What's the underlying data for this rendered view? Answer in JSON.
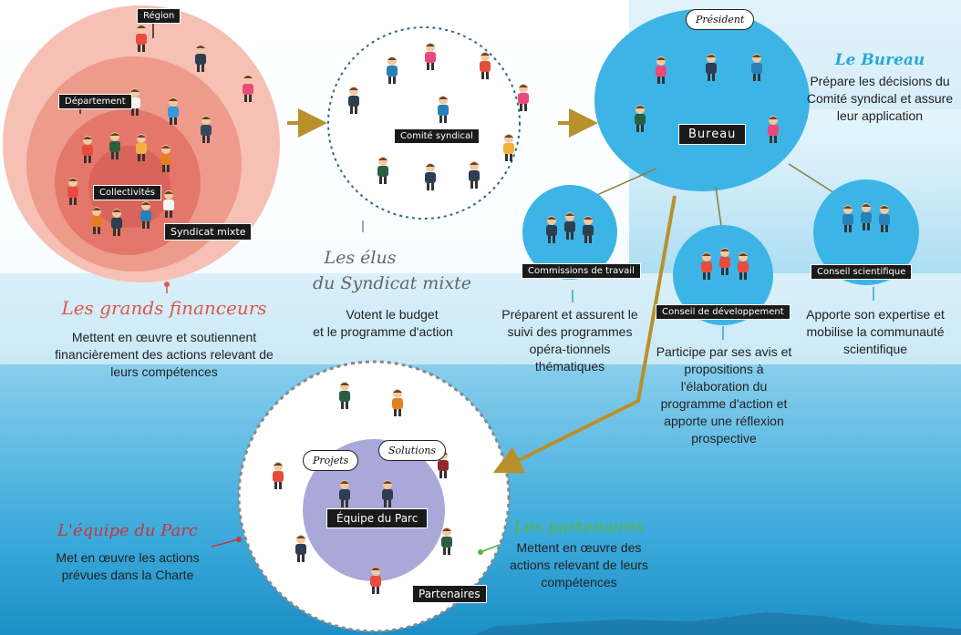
{
  "labels": {
    "region": "Région",
    "departement": "Département",
    "collectivites": "Collectivités",
    "syndicat_mixte": "Syndicat mixte",
    "comite_syndical": "Comité syndical",
    "president": "Président",
    "bureau": "Bureau",
    "commissions": "Commissions de travail",
    "conseil_dev": "Conseil de développement",
    "conseil_sci": "Conseil scientifique",
    "projets": "Projets",
    "solutions": "Solutions",
    "equipe_parc": "Équipe du Parc",
    "partenaires": "Partenaires"
  },
  "sections": {
    "financeurs": {
      "title": "Les grands financeurs",
      "text": "Mettent en œuvre et soutiennent financièrement des actions relevant de leurs compétences"
    },
    "elus": {
      "title_line1": "Les élus",
      "title_line2": "du Syndicat mixte",
      "text_line1": "Votent le budget",
      "text_line2": "et le programme d'action"
    },
    "bureau": {
      "title": "Le Bureau",
      "text": "Prépare les décisions du Comité syndical et assure leur application"
    },
    "commissions": {
      "text": "Préparent et assurent le suivi des programmes opéra-tionnels thématiques"
    },
    "conseil_dev": {
      "text": "Participe par ses avis et propositions à l'élaboration du programme d'action et apporte une réflexion prospective"
    },
    "conseil_sci": {
      "text": "Apporte son expertise et mobilise la communauté scientifique"
    },
    "equipe": {
      "title": "L'équipe du Parc",
      "text": "Met en œuvre les actions prévues dans la Charte"
    },
    "partenaires": {
      "title": "Les partenaires",
      "text": "Mettent en œuvre des actions relevant de leurs compétences"
    }
  },
  "colors": {
    "financeurs_title": "#e0574a",
    "bureau_title": "#29a8d8",
    "partenaires_title": "#5ab43c",
    "equipe_title": "#c8353a",
    "elus_title": "#666666",
    "arrow": "#b8902c",
    "bureau_fill": "#3db4e6",
    "sea": "#2ba3d6"
  }
}
